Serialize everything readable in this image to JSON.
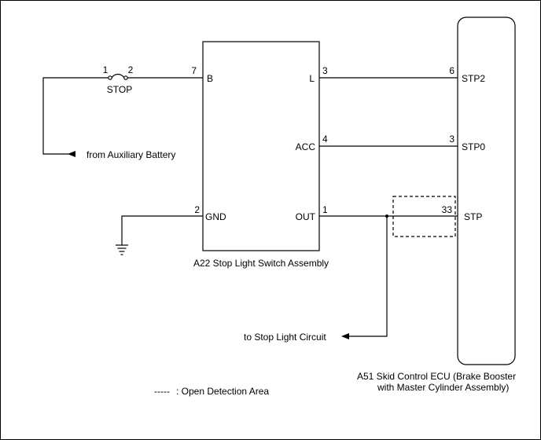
{
  "fuse": {
    "pin_left": "1",
    "pin_right": "2",
    "name": "STOP"
  },
  "source_label": "from Auxiliary Battery",
  "switch": {
    "name": "A22  Stop Light Switch Assembly",
    "pins": [
      {
        "num": "7",
        "label": "B"
      },
      {
        "num": "2",
        "label": "GND"
      },
      {
        "num": "3",
        "label": "L"
      },
      {
        "num": "4",
        "label": "ACC"
      },
      {
        "num": "1",
        "label": "OUT"
      }
    ]
  },
  "ecu": {
    "name_line1": "A51 Skid Control ECU (Brake Booster",
    "name_line2": "with Master Cylinder Assembly)",
    "pins": [
      {
        "num": "6",
        "label": "STP2"
      },
      {
        "num": "3",
        "label": "STP0"
      },
      {
        "num": "33",
        "label": "STP"
      }
    ]
  },
  "output_label": "to Stop Light Circuit",
  "legend": {
    "dash_symbol": "-----",
    "text": ": Open Detection Area"
  }
}
